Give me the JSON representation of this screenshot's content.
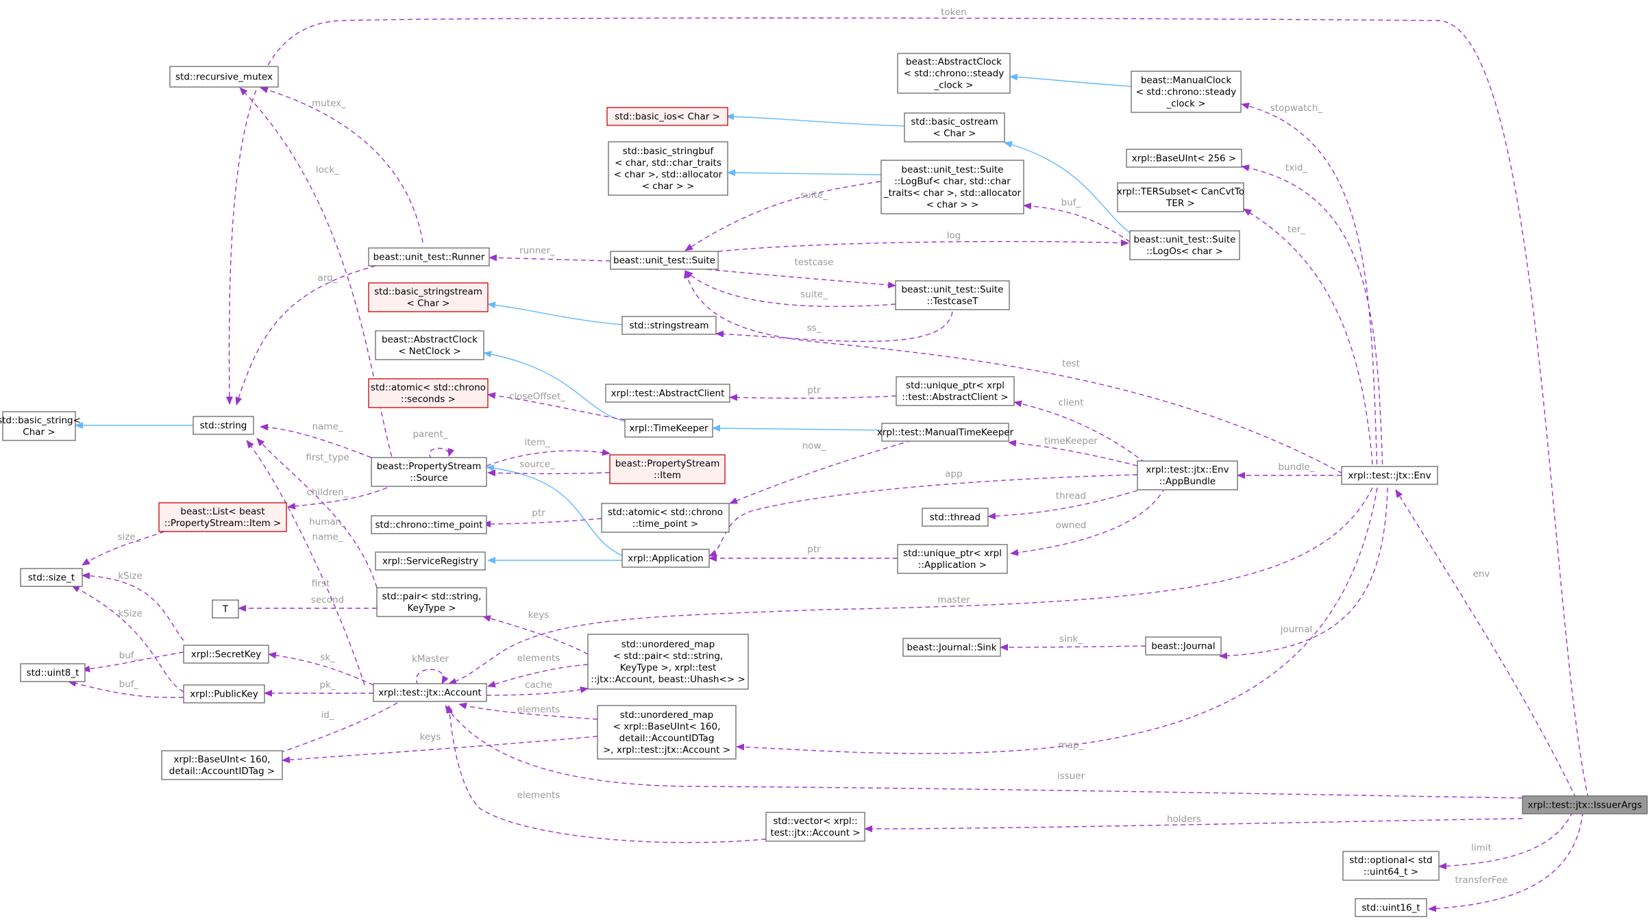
{
  "colors": {
    "background": "#ffffff",
    "node_fill": "#ffffff",
    "node_border": "#666666",
    "focus_fill": "#999999",
    "focus_border": "#666666",
    "external_fill": "#fff0f0",
    "external_border": "#cc0000",
    "inherit_edge": "#63b8ff",
    "member_edge": "#9a32cd",
    "label": "#9a9a9a"
  },
  "nodes": [
    {
      "id": "recursive_mutex",
      "lines": [
        "std::recursive_mutex"
      ],
      "style": "normal"
    },
    {
      "id": "basic_string_char",
      "lines": [
        "std::basic_string<",
        "Char >"
      ],
      "style": "normal"
    },
    {
      "id": "string",
      "lines": [
        "std::string"
      ],
      "style": "normal"
    },
    {
      "id": "list_item",
      "lines": [
        "beast::List< beast",
        "::PropertyStream::Item >"
      ],
      "style": "external"
    },
    {
      "id": "size_t",
      "lines": [
        "std::size_t"
      ],
      "style": "normal"
    },
    {
      "id": "uint8_t",
      "lines": [
        "std::uint8_t"
      ],
      "style": "normal"
    },
    {
      "id": "accountid",
      "lines": [
        "xrpl::BaseUInt< 160,",
        "detail::AccountIDTag >"
      ],
      "style": "normal"
    },
    {
      "id": "secretkey",
      "lines": [
        "xrpl::SecretKey"
      ],
      "style": "normal"
    },
    {
      "id": "publickey",
      "lines": [
        "xrpl::PublicKey"
      ],
      "style": "normal"
    },
    {
      "id": "T",
      "lines": [
        "T"
      ],
      "style": "normal"
    },
    {
      "id": "runner",
      "lines": [
        "beast::unit_test::Runner"
      ],
      "style": "normal"
    },
    {
      "id": "basic_stringstream",
      "lines": [
        "std::basic_stringstream",
        "< Char >"
      ],
      "style": "external"
    },
    {
      "id": "abstractclock_net",
      "lines": [
        "beast::AbstractClock",
        "< NetClock >"
      ],
      "style": "normal"
    },
    {
      "id": "atomic_seconds",
      "lines": [
        "std::atomic< std::chrono",
        "::seconds >"
      ],
      "style": "external"
    },
    {
      "id": "ps_source",
      "lines": [
        "beast::PropertyStream",
        "::Source"
      ],
      "style": "normal"
    },
    {
      "id": "time_point",
      "lines": [
        "std::chrono::time_point"
      ],
      "style": "normal"
    },
    {
      "id": "serviceregistry",
      "lines": [
        "xrpl::ServiceRegistry"
      ],
      "style": "normal"
    },
    {
      "id": "pair_string_keytype",
      "lines": [
        "std::pair< std::string,",
        "KeyType >"
      ],
      "style": "normal"
    },
    {
      "id": "account",
      "lines": [
        "xrpl::test::jtx::Account"
      ],
      "style": "normal"
    },
    {
      "id": "basic_ios",
      "lines": [
        "std::basic_ios< Char >"
      ],
      "style": "external"
    },
    {
      "id": "basic_stringbuf",
      "lines": [
        "std::basic_stringbuf",
        "< char, std::char_traits",
        "< char >, std::allocator",
        "< char > >"
      ],
      "style": "normal"
    },
    {
      "id": "suite",
      "lines": [
        "beast::unit_test::Suite"
      ],
      "style": "normal"
    },
    {
      "id": "stringstream",
      "lines": [
        "std::stringstream"
      ],
      "style": "normal"
    },
    {
      "id": "abstractclient",
      "lines": [
        "xrpl::test::AbstractClient"
      ],
      "style": "normal"
    },
    {
      "id": "timekeeper",
      "lines": [
        "xrpl::TimeKeeper"
      ],
      "style": "normal"
    },
    {
      "id": "ps_item",
      "lines": [
        "beast::PropertyStream",
        "::Item"
      ],
      "style": "external"
    },
    {
      "id": "atomic_time_point",
      "lines": [
        "std::atomic< std::chrono",
        "::time_point >"
      ],
      "style": "normal"
    },
    {
      "id": "application",
      "lines": [
        "xrpl::Application"
      ],
      "style": "normal"
    },
    {
      "id": "umap_pair_account",
      "lines": [
        "std::unordered_map",
        "< std::pair< std::string,",
        " KeyType >, xrpl::test",
        "::jtx::Account, beast::Uhash<> >"
      ],
      "style": "normal"
    },
    {
      "id": "umap_baseuint_account",
      "lines": [
        "std::unordered_map",
        "< xrpl::BaseUInt< 160,",
        "detail::AccountIDTag",
        ">, xrpl::test::jtx::Account >"
      ],
      "style": "normal"
    },
    {
      "id": "vector_account",
      "lines": [
        "std::vector< xrpl::",
        "test::jtx::Account >"
      ],
      "style": "normal"
    },
    {
      "id": "abstractclock_steady",
      "lines": [
        "beast::AbstractClock",
        "< std::chrono::steady",
        "_clock >"
      ],
      "style": "normal"
    },
    {
      "id": "basic_ostream",
      "lines": [
        "std::basic_ostream",
        "< Char >"
      ],
      "style": "normal"
    },
    {
      "id": "logbuf",
      "lines": [
        "beast::unit_test::Suite",
        "::LogBuf< char, std::char",
        "_traits< char >, std::allocator",
        "< char > >"
      ],
      "style": "normal"
    },
    {
      "id": "testcaseT",
      "lines": [
        "beast::unit_test::Suite",
        "::TestcaseT"
      ],
      "style": "normal"
    },
    {
      "id": "unique_ptr_client",
      "lines": [
        "std::unique_ptr< xrpl",
        "::test::AbstractClient >"
      ],
      "style": "normal"
    },
    {
      "id": "manualtimekeeper",
      "lines": [
        "xrpl::test::ManualTimeKeeper"
      ],
      "style": "normal"
    },
    {
      "id": "thread",
      "lines": [
        "std::thread"
      ],
      "style": "normal"
    },
    {
      "id": "unique_ptr_app",
      "lines": [
        "std::unique_ptr< xrpl",
        "::Application >"
      ],
      "style": "normal"
    },
    {
      "id": "journal_sink",
      "lines": [
        "beast::Journal::Sink"
      ],
      "style": "normal"
    },
    {
      "id": "journal",
      "lines": [
        "beast::Journal"
      ],
      "style": "normal"
    },
    {
      "id": "manualclock",
      "lines": [
        "beast::ManualClock",
        "< std::chrono::steady",
        "_clock >"
      ],
      "style": "normal"
    },
    {
      "id": "baseuint256",
      "lines": [
        "xrpl::BaseUInt< 256 >"
      ],
      "style": "normal"
    },
    {
      "id": "tersubset",
      "lines": [
        "xrpl::TERSubset< CanCvtTo",
        "TER >"
      ],
      "style": "normal"
    },
    {
      "id": "logos",
      "lines": [
        "beast::unit_test::Suite",
        "::LogOs< char >"
      ],
      "style": "normal"
    },
    {
      "id": "appbundle",
      "lines": [
        "xrpl::test::jtx::Env",
        "::AppBundle"
      ],
      "style": "normal"
    },
    {
      "id": "env",
      "lines": [
        "xrpl::test::jtx::Env"
      ],
      "style": "normal"
    },
    {
      "id": "issuerargs",
      "lines": [
        "xrpl::test::jtx::IssuerArgs"
      ],
      "style": "focus"
    },
    {
      "id": "optional_uint64",
      "lines": [
        "std::optional< std",
        "::uint64_t >"
      ],
      "style": "normal"
    },
    {
      "id": "uint16_t",
      "lines": [
        "std::uint16_t"
      ],
      "style": "normal"
    }
  ],
  "edge_labels": {
    "token": "token",
    "mutex": "mutex_",
    "lock": "lock_",
    "arg": "arg_",
    "runner": "runner_",
    "suite": "suite_",
    "log": "log",
    "testcase": "testcase",
    "suite2": "suite_",
    "ss": "ss_",
    "test": "test",
    "buf_logbuf": "buf_",
    "stopwatch": "stopwatch_",
    "txid": "txid_",
    "ter": "ter_",
    "closeoffset": "closeOffset_",
    "name1": "name_",
    "parent": "parent_",
    "item": "item_",
    "source": "source_",
    "first_type": "first_type",
    "children": "children_",
    "human": "human_",
    "name2": "name_",
    "size": "size_",
    "ksize1": "kSize",
    "ksize2": "kSize",
    "buf1": "buf_",
    "buf2": "buf_",
    "first": "first",
    "second": "second",
    "keys1": "keys",
    "kmaster": "kMaster",
    "sk": "sk_",
    "pk": "pk_",
    "elements1": "elements",
    "cache": "cache",
    "elements2": "elements",
    "id": "id_",
    "keys2": "keys",
    "elements3": "elements",
    "ptr1": "ptr",
    "client": "client",
    "now": "now_",
    "timekeeper": "timeKeeper",
    "bundle": "bundle_",
    "app": "app",
    "thread": "thread",
    "ptr2": "ptr",
    "owned": "owned",
    "ptr3": "ptr",
    "sink": "sink_",
    "journal": "journal",
    "master": "master",
    "map": "map_",
    "issuer": "issuer",
    "holders": "holders",
    "env": "env",
    "limit": "limit",
    "transferfee": "transferFee"
  }
}
